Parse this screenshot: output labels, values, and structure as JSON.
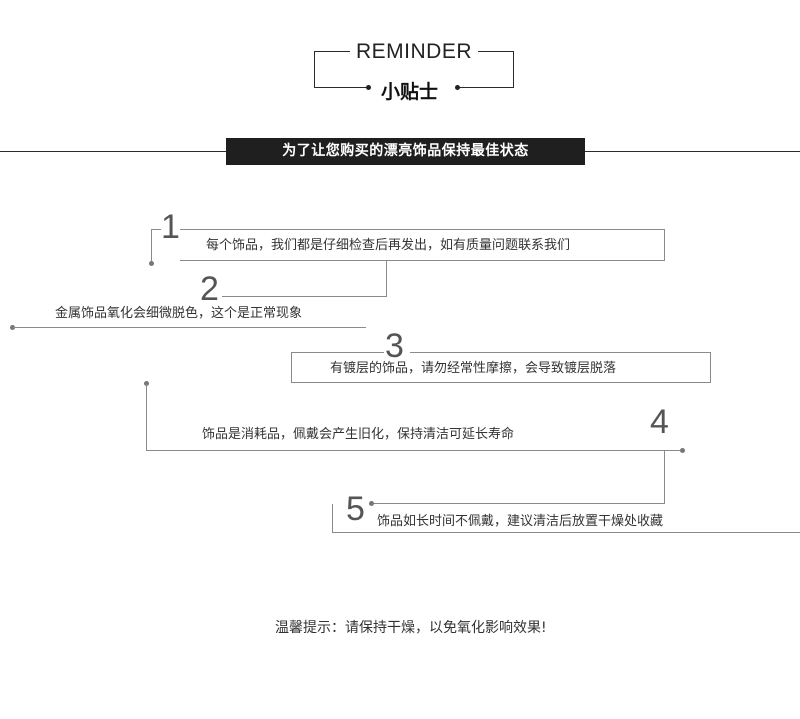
{
  "header": {
    "title": "REMINDER",
    "subtitle": "小贴士"
  },
  "banner": {
    "text": "为了让您购买的漂亮饰品保持最佳状态"
  },
  "tips": [
    {
      "number": "1",
      "text": "每个饰品，我们都是仔细检查后再发出，如有质量问题联系我们"
    },
    {
      "number": "2",
      "text": "金属饰品氧化会细微脱色，这个是正常现象"
    },
    {
      "number": "3",
      "text": "有镀层的饰品，请勿经常性摩擦，会导致镀层脱落"
    },
    {
      "number": "4",
      "text": "饰品是消耗品，佩戴会产生旧化，保持清洁可延长寿命"
    },
    {
      "number": "5",
      "text": "饰品如长时间不佩戴，建议清洁后放置干燥处收藏"
    }
  ],
  "footer": {
    "tip": "温馨提示：请保持干燥，以免氧化影响效果!"
  }
}
